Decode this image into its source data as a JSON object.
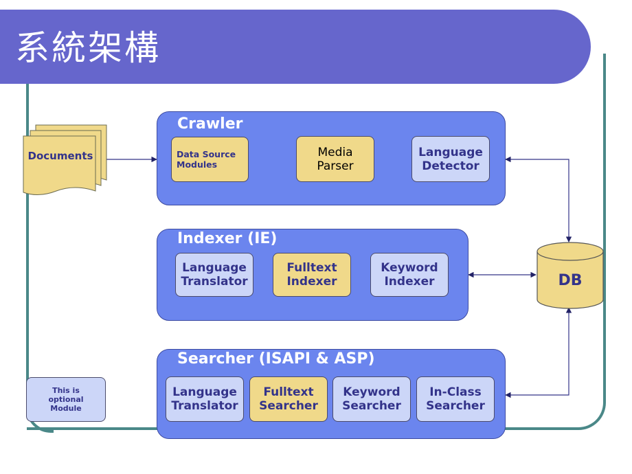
{
  "title": "系統架構",
  "documents_label": "Documents",
  "crawler": {
    "title": "Crawler",
    "data_source": "Data Source\nModules",
    "media_parser": "Media\nParser",
    "language_detector": "Language\nDetector"
  },
  "indexer": {
    "title": "Indexer (IE)",
    "language_translator": "Language\nTranslator",
    "fulltext_indexer": "Fulltext\nIndexer",
    "keyword_indexer": "Keyword\nIndexer"
  },
  "searcher": {
    "title": "Searcher (ISAPI & ASP)",
    "language_translator": "Language\nTranslator",
    "fulltext_searcher": "Fulltext\nSearcher",
    "keyword_searcher": "Keyword\nSearcher",
    "inclass_searcher": "In-Class\nSearcher"
  },
  "db_label": "DB",
  "legend_label": "This is\noptional\nModule",
  "colors": {
    "title_bar": "#6666cc",
    "group_fill": "#6b85ee",
    "module_yellow": "#f0d98a",
    "module_lavender": "#ccd6f8",
    "frame": "#4a8888"
  }
}
